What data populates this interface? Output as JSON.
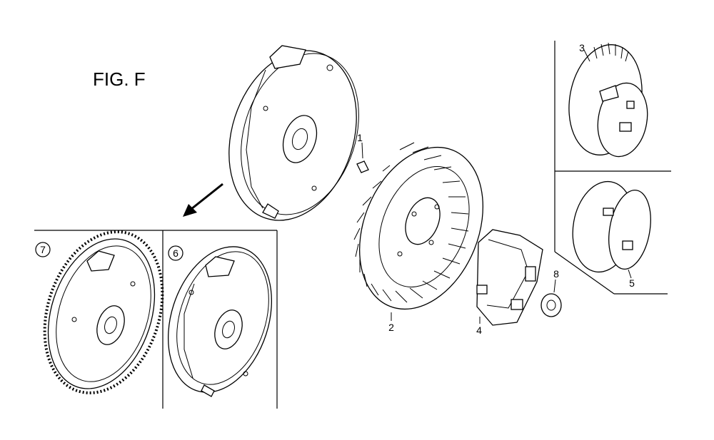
{
  "figure": {
    "title": "FIG. F"
  },
  "callouts": {
    "part_1": "1",
    "part_2": "2",
    "part_3": "3",
    "part_4": "4",
    "part_5": "5",
    "part_6": "6",
    "part_7": "7",
    "part_8": "8"
  },
  "colors": {
    "ink": "#000000",
    "paper": "#ffffff"
  }
}
